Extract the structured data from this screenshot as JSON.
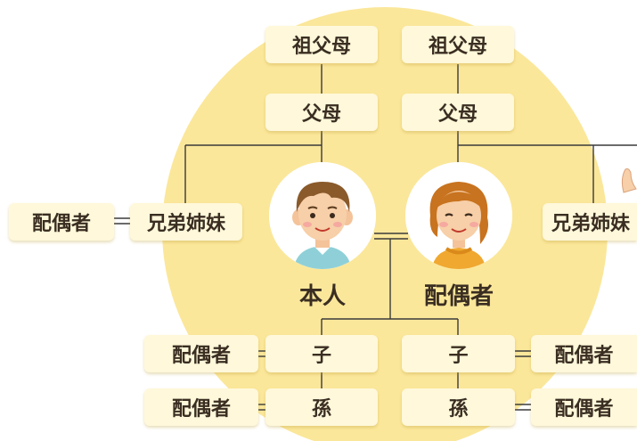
{
  "diagram": {
    "grandparents_left": "祖父母",
    "grandparents_right": "祖父母",
    "parents_left": "父母",
    "parents_right": "父母",
    "self_label": "本人",
    "spouse_label": "配偶者",
    "siblings_left": "兄弟姉妹",
    "siblings_left_spouse": "配偶者",
    "siblings_right": "兄弟姉妹",
    "child_left": "子",
    "child_left_spouse": "配偶者",
    "child_right": "子",
    "child_right_spouse": "配偶者",
    "grandchild_left": "孫",
    "grandchild_left_spouse": "配偶者",
    "grandchild_right": "孫",
    "grandchild_right_spouse": "配偶者"
  },
  "colors": {
    "background_circle": "#fbe79a",
    "box_fill": "#fff8da",
    "line": "#3a3a3a",
    "text": "#3a2e22"
  }
}
